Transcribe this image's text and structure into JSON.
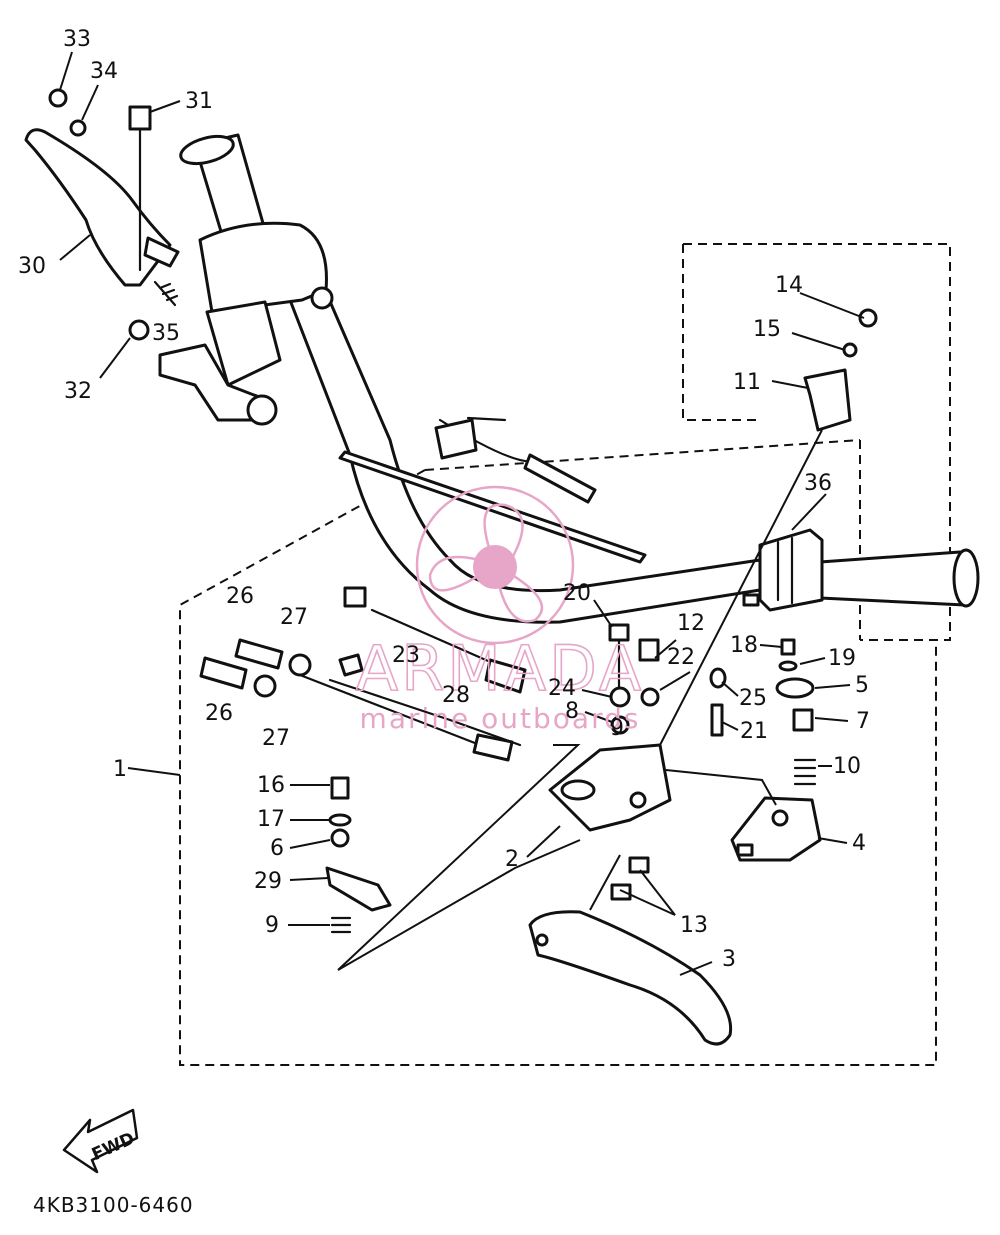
{
  "callouts": [
    "1",
    "2",
    "3",
    "4",
    "5",
    "6",
    "7",
    "8",
    "9",
    "9",
    "10",
    "11",
    "12",
    "13",
    "14",
    "15",
    "16",
    "17",
    "18",
    "19",
    "20",
    "21",
    "22",
    "23",
    "24",
    "25",
    "26",
    "26",
    "27",
    "27",
    "28",
    "29",
    "30",
    "31",
    "32",
    "33",
    "34",
    "35",
    "36"
  ],
  "watermark": {
    "brand": "ARMADA",
    "tagline": "marine outboards"
  },
  "fwd_label": "FWD",
  "drawing_code": "4KB3100-6460",
  "colors": {
    "line": "#111111",
    "watermark": "#e7a6c8",
    "background": "#ffffff"
  }
}
